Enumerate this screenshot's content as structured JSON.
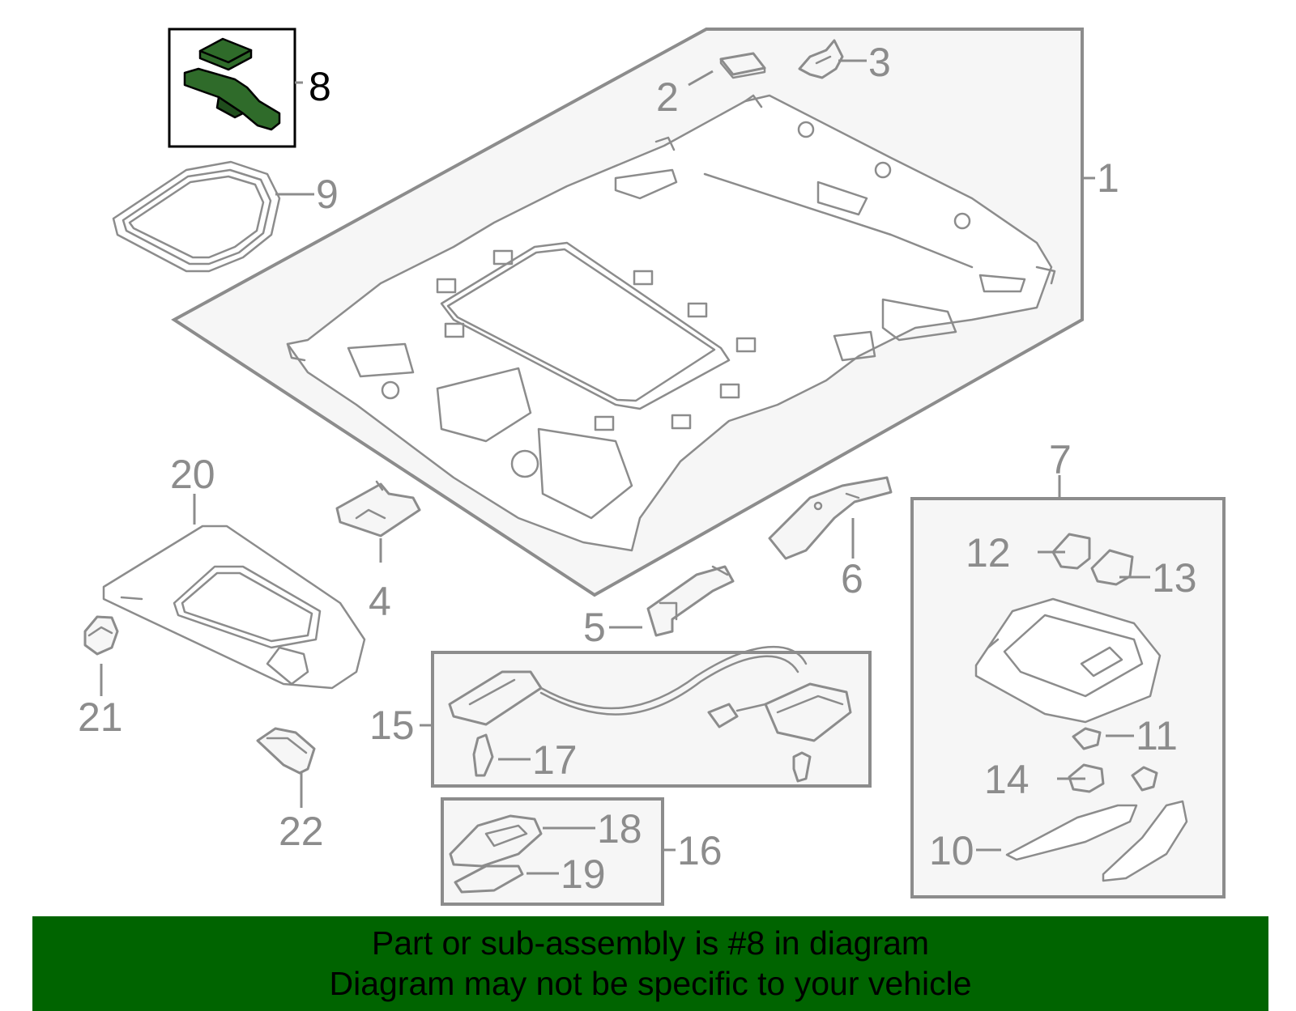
{
  "diagram": {
    "callouts": {
      "c1": "1",
      "c2": "2",
      "c3": "3",
      "c4": "4",
      "c5": "5",
      "c6": "6",
      "c7": "7",
      "c8": "8",
      "c9": "9",
      "c10": "10",
      "c11": "11",
      "c12": "12",
      "c13": "13",
      "c14": "14",
      "c15": "15",
      "c16": "16",
      "c17": "17",
      "c18": "18",
      "c19": "19",
      "c20": "20",
      "c21": "21",
      "c22": "22"
    },
    "highlighted_part": "8"
  },
  "colors": {
    "highlight_fill": "#2f6b2a",
    "banner_bg": "#006400",
    "part_stroke": "#8c8c8c",
    "box_fill": "#f6f6f6"
  },
  "banner": {
    "line1": "Part or sub-assembly is #8 in diagram",
    "line2": "Diagram may not be specific to your vehicle"
  }
}
